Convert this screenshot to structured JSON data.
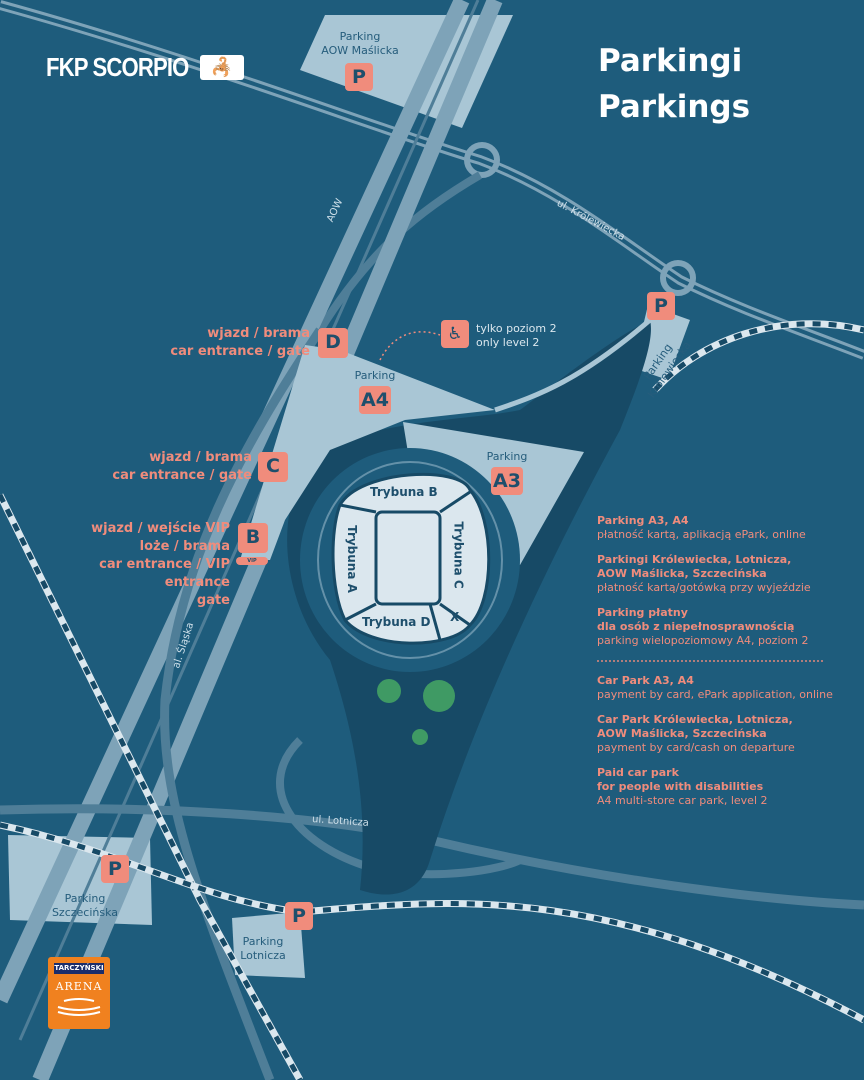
{
  "title": {
    "line1": "Parkingi",
    "line2": "Parkings"
  },
  "logo": {
    "text": "FKP SCORPIO",
    "icon": "scorpion-icon"
  },
  "arena_logo": {
    "brand": "TARCZYŃSKI",
    "name": "ARENA"
  },
  "streets": {
    "aow": "AOW",
    "krolewiecka": "ul. Królewiecka",
    "slaska": "al. Śląska",
    "lotnicza": "ul. Lotnicza"
  },
  "parkings": {
    "maslicka": {
      "label1": "Parking",
      "label2": "AOW Maślicka",
      "pin": "P"
    },
    "krolewiecka": {
      "label1": "Parking",
      "label2": "Królewiecka",
      "pin": "P"
    },
    "a4": {
      "label": "Parking",
      "pin": "A4"
    },
    "a3": {
      "label": "Parking",
      "pin": "A3"
    },
    "szczecinska": {
      "label1": "Parking",
      "label2": "Szczecińska",
      "pin": "P"
    },
    "lotnicza": {
      "label1": "Parking",
      "label2": "Lotnicza",
      "pin": "P"
    }
  },
  "disabled_note": {
    "line1": "tylko poziom 2",
    "line2": "only level 2",
    "icon": "wheelchair-icon"
  },
  "gates": {
    "d": {
      "pin": "D",
      "line1": "wjazd / brama",
      "line2": "car entrance / gate"
    },
    "c": {
      "pin": "C",
      "line1": "wjazd / brama",
      "line2": "car entrance / gate"
    },
    "b": {
      "pin": "B",
      "badge": "VIP",
      "line1": "wjazd / wejście VIP",
      "line2": "loże / brama",
      "line3": "car entrance / VIP entrance",
      "line4": "gate"
    }
  },
  "stadium": {
    "a": "Trybuna A",
    "b": "Trybuna B",
    "c": "Trybuna C",
    "d": "Trybuna D",
    "x": "X"
  },
  "legend": {
    "pl": [
      {
        "head": [
          "Parking A3, A4"
        ],
        "text": "płatność kartą, aplikacją ePark, online"
      },
      {
        "head": [
          "Parkingi Królewiecka, Lotnicza,",
          "AOW Maślicka, Szczecińska"
        ],
        "text": "płatność kartą/gotówką przy wyjeździe"
      },
      {
        "head": [
          "Parking płatny",
          "dla osób z niepełnosprawnością"
        ],
        "text": "parking wielopoziomowy A4, poziom 2"
      }
    ],
    "en": [
      {
        "head": [
          "Car Park A3, A4"
        ],
        "text": "payment by card, ePark application, online"
      },
      {
        "head": [
          "Car Park Królewiecka, Lotnicza,",
          "AOW Maślicka, Szczecińska"
        ],
        "text": "payment by card/cash on departure"
      },
      {
        "head": [
          "Paid car park",
          "for people with disabilities"
        ],
        "text": "A4 multi-store car park, level 2"
      }
    ]
  },
  "colors": {
    "background": "#1e5c7c",
    "parcel": "#a9c6d5",
    "accent": "#f08c7c",
    "dark": "#174a66",
    "tree": "#3f9a64"
  }
}
